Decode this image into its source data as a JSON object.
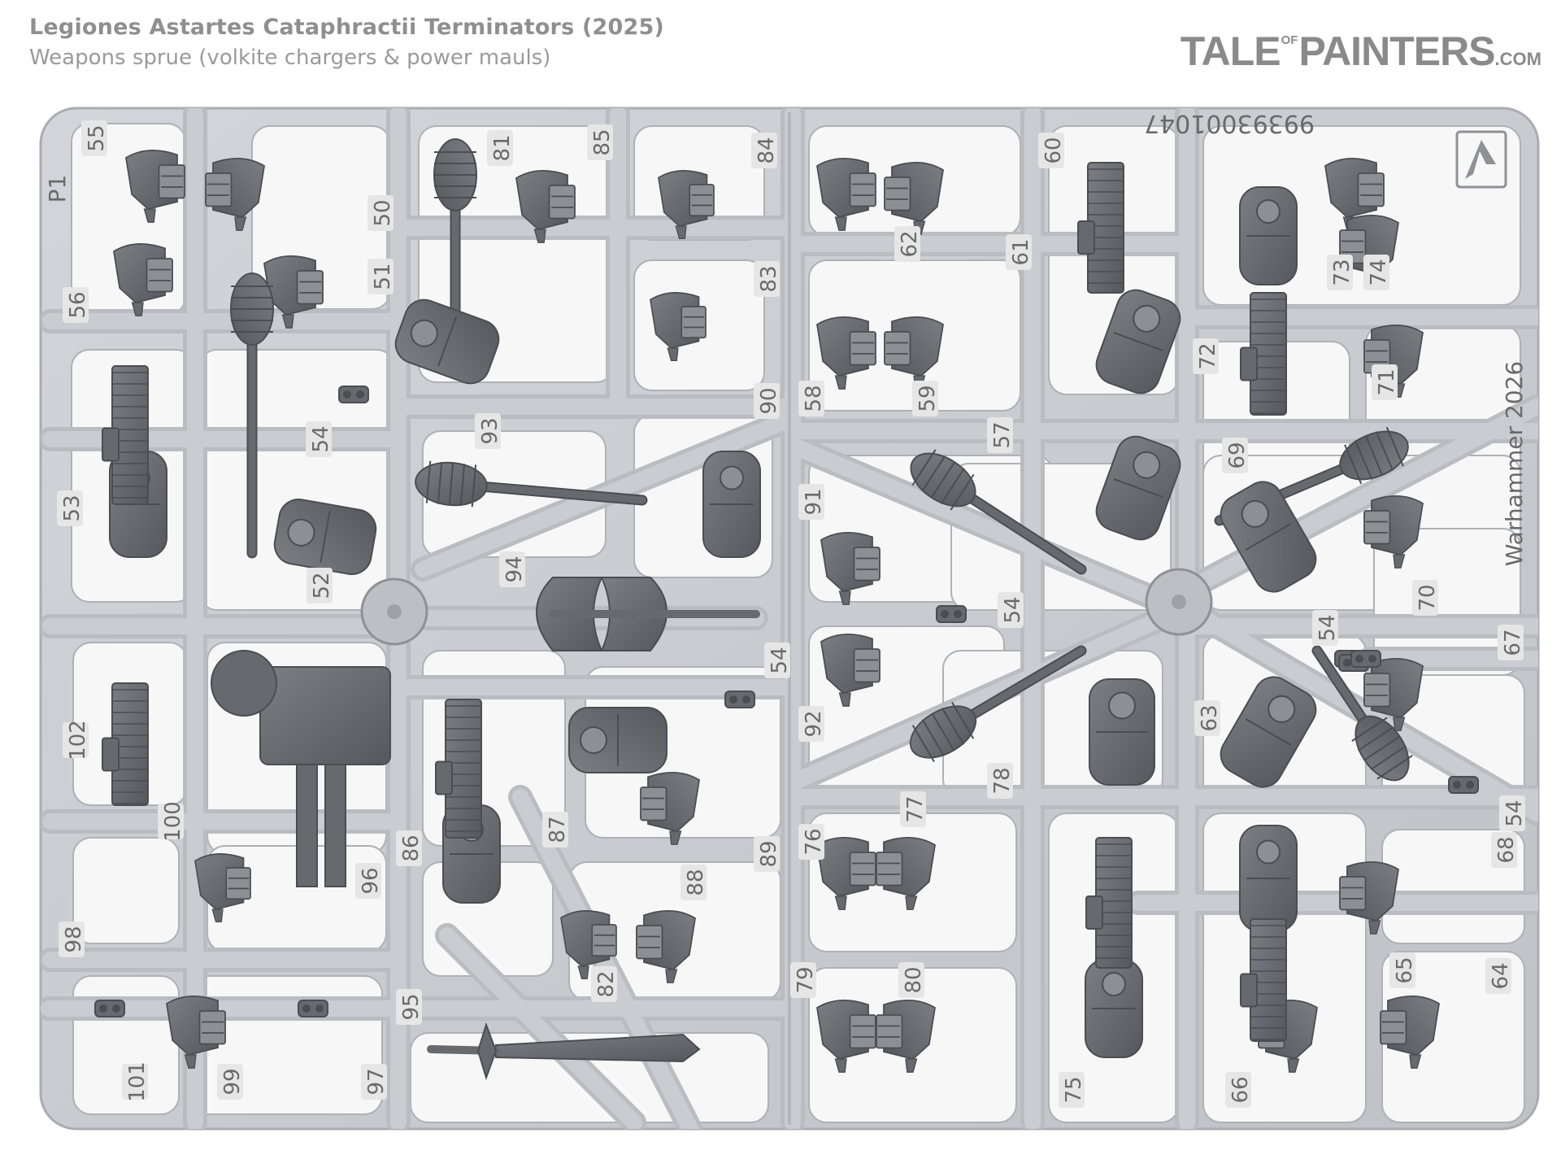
{
  "header": {
    "title": "Legiones Astartes Cataphractii Terminators (2025)",
    "subtitle": "Weapons sprue (volkite chargers & power mauls)"
  },
  "brand": {
    "part1": "TALE",
    "part2": "OF",
    "part3": "PAINTERS",
    "part4": ".COM"
  },
  "photo": {
    "frame_code": "P1",
    "product_code": "99393001047",
    "copyright": "Warhammer 2026",
    "part_numbers": [
      "55",
      "56",
      "50",
      "51",
      "81",
      "85",
      "84",
      "83",
      "53",
      "54",
      "52",
      "93",
      "90",
      "94",
      "102",
      "100",
      "98",
      "96",
      "86",
      "87",
      "88",
      "89",
      "54",
      "101",
      "99",
      "97",
      "95",
      "82",
      "60",
      "61",
      "62",
      "58",
      "59",
      "72",
      "73",
      "74",
      "71",
      "57",
      "91",
      "69",
      "70",
      "54",
      "63",
      "67",
      "92",
      "78",
      "77",
      "76",
      "79",
      "80",
      "75",
      "66",
      "65",
      "64",
      "68",
      "54",
      "54"
    ],
    "colors": {
      "frame": "#c9ccd0",
      "frame_edge": "#a9adb2",
      "plastic": "#666a6f",
      "plastic_dark": "#4a4e53",
      "plastic_light": "#8c9095",
      "label": "#6a6a6a",
      "label_tab": "#e6e6e6"
    }
  }
}
